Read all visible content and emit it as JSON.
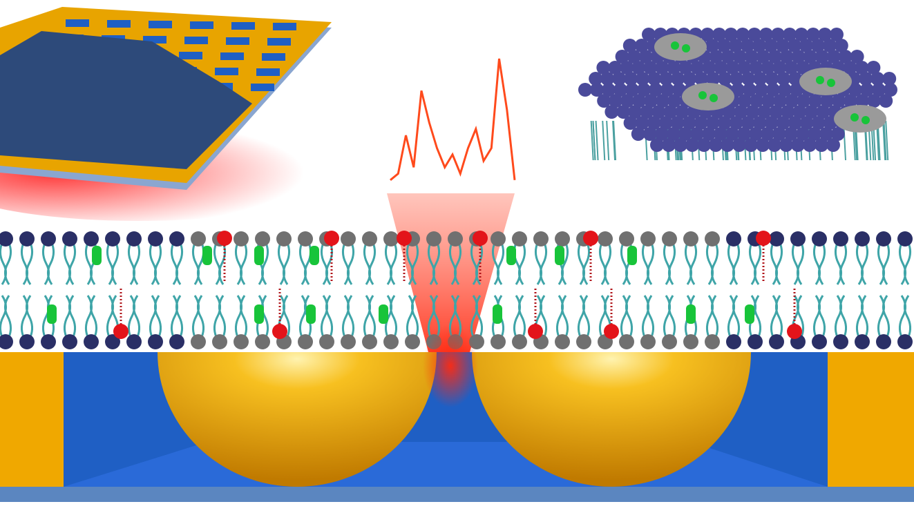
{
  "colors": {
    "gold": "#f0a800",
    "substrate_blue": "#1f5fc4",
    "base_bar": "#5b86c0",
    "lipid_tail": "#3fa5a8",
    "head_dark": "#2a2f66",
    "head_gray": "#707070",
    "marker_red": "#e3141a",
    "cholesterol_green": "#18c43a",
    "spectrum": "#ff4a1c",
    "raft_purple": "#4a4a9a"
  },
  "spectrum_peaks": [
    0.05,
    0.1,
    0.4,
    0.15,
    0.75,
    0.5,
    0.3,
    0.15,
    0.25,
    0.1,
    0.3,
    0.45,
    0.2,
    0.3,
    1.0,
    0.6,
    0.05
  ]
}
